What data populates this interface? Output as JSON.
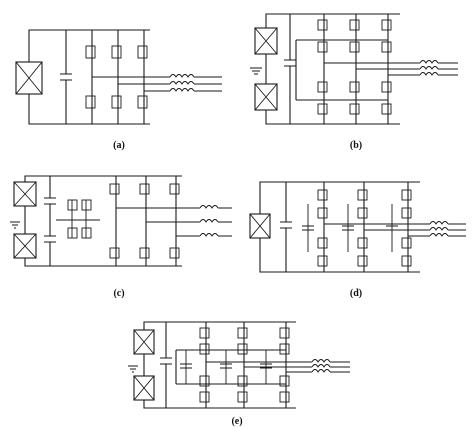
{
  "panels": [
    {
      "id": "a",
      "caption": "(a)"
    },
    {
      "id": "b",
      "caption": "(b)"
    },
    {
      "id": "c",
      "caption": "(c)"
    },
    {
      "id": "d",
      "caption": "(d)"
    },
    {
      "id": "e",
      "caption": "(e)"
    }
  ]
}
